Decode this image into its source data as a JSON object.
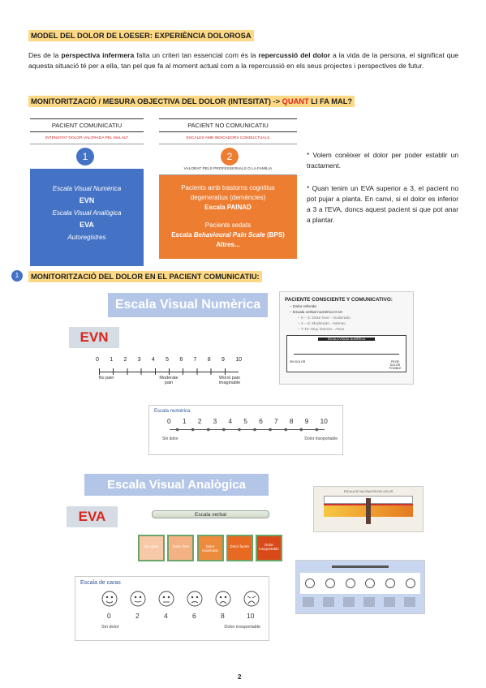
{
  "header": {
    "title": "MODEL DEL DOLOR DE LOESER: EXPERIÈNCIA DOLOROSA"
  },
  "intro": {
    "p1": "Des de la ",
    "b1": "perspectiva infermera",
    "p2": " falta un criteri tan essencial com és la ",
    "b2": "repercussió del dolor",
    "p3": " a la vida de la persona, el significat que aquesta situació té per a ella, tan pel que fa al moment actual com a la repercussió en els seus projectes i perspectives de futur."
  },
  "section2": {
    "title_a": "MONITORITZACIÓ / MESURA OBJECTIVA DEL DOLOR (INTESITAT) -> ",
    "title_b": "QUANT",
    "title_c": " LI FA MAL?"
  },
  "left_box": {
    "header": "PACIENT COMUNICATIU",
    "sub": "INTENSITAT DOLOR VALORADA PEL MALALT",
    "number": "1",
    "items": [
      "Escala Visual Numèrica",
      "EVN",
      "Escala Visual Analògica",
      "EVA",
      "Autoregistres"
    ],
    "color": "#4472c4"
  },
  "right_box": {
    "header": "PACIENT NO COMUNICATIU",
    "sub": "ESCALES AMB INDICADORS CONDUCTUALS",
    "sub2": "VALORAT PELS PROFESSIONALS O LA FAMÍLIA",
    "number": "2",
    "items": [
      "Pacients amb trastorns cognitius",
      "degeneratius (demències)",
      "Escala PAINAD",
      "Pacients sedats",
      "Escala ",
      "Behavioural Pain Scale",
      " (BPS)",
      "Altres..."
    ],
    "color": "#ed7d31"
  },
  "notes": {
    "n1": "* Volem conèixer el dolor per poder establir un tractament.",
    "n2": "* Quan tenim un EVA superior a 3, el pacient no pot pujar a planta. En canvi, si el dolor es inferior a 3 a l'EVA, doncs aquest pacient si que pot anar a plantar."
  },
  "section3": {
    "badge": "1",
    "title": "MONITORITZACIÓ DEL DOLOR EN EL PACIENT COMUNICATIU:"
  },
  "evn": {
    "banner": "Escala Visual Numèrica",
    "tag": "EVN",
    "scale_numbers": [
      "0",
      "1",
      "2",
      "3",
      "4",
      "5",
      "6",
      "7",
      "8",
      "9",
      "10"
    ],
    "lbl_no": "No pain",
    "lbl_mod": "Moderate pain",
    "lbl_worst": "Worst pain imaginable",
    "card_title": "Escala numérica",
    "card_left": "Sin dolor",
    "card_right": "Dolor insoportable"
  },
  "conscient": {
    "title": "PACIENTE CONSCIENTE Y COMUNICATIVO:",
    "l1": "– Dolor referido",
    "l2": "– Escala verbal numérica 0-10",
    "l3": "– 0 – 3: Dolor leve - moderado",
    "l4": "– 4 – 6: Moderado - Intenso",
    "l5": "– 7-10: Muy intenso - Atroz",
    "bar_label": "ESCALA VISUAL NUMÉRICA",
    "left": "SIN DOLOR",
    "right": "PEOR DOLOR POSIBLE"
  },
  "eva": {
    "banner": "Escala Visual Analògica",
    "tag": "EVA",
    "verbal": "Escala verbal",
    "boxes": [
      "Sin dolor",
      "Dolor leve",
      "Dolor moderado",
      "Dolor fuerte",
      "Dolor insoportable"
    ],
    "box_colors": [
      "#f4b183",
      "#f0a060",
      "#ee8a3c",
      "#e86a22",
      "#d94a18"
    ],
    "faces_title": "Escala de caras",
    "faces_numbers": [
      "0",
      "2",
      "4",
      "6",
      "8",
      "10"
    ],
    "faces_left": "Sin dolor",
    "faces_right": "Dolor insoportable",
    "ruler_title": "ESCALA DE VALORACIÓN DEL DOLOR"
  },
  "page_number": "2"
}
